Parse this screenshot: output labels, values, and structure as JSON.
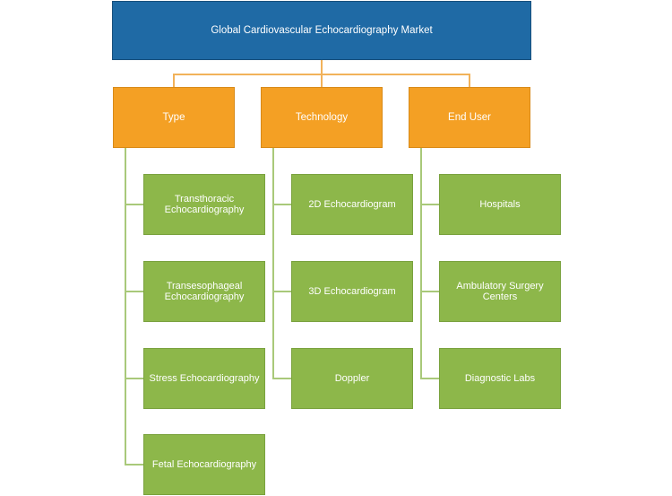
{
  "diagram": {
    "root": {
      "label": "Global Cardiovascular Echocardiography Market"
    },
    "categories": [
      {
        "label": "Type",
        "items": [
          "Transthoracic\nEchocardiography",
          "Transesophageal\nEchocardiography",
          "Stress Echocardiography",
          "Fetal Echocardiography"
        ]
      },
      {
        "label": "Technology",
        "items": [
          "2D Echocardiogram",
          "3D Echocardiogram",
          "Doppler"
        ]
      },
      {
        "label": "End User",
        "items": [
          "Hospitals",
          "Ambulatory Surgery\nCenters",
          "Diagnostic Labs"
        ]
      }
    ],
    "colors": {
      "root": "#1f6aa5",
      "category": "#f4a024",
      "leaf": "#8db74a",
      "connector": "#f2b25a"
    }
  }
}
